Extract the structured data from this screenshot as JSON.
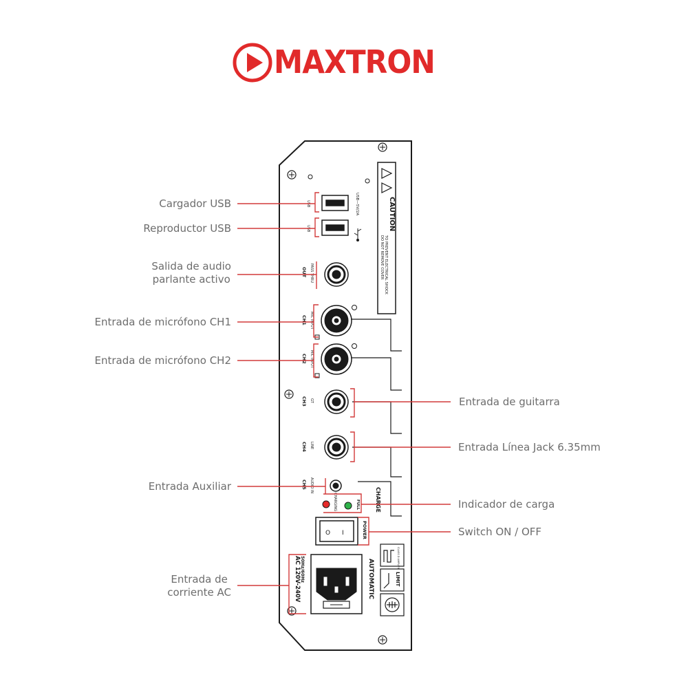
{
  "brand": {
    "name": "MAXTRON",
    "color": "#e12a2a"
  },
  "panel": {
    "caution_title": "CAUTION",
    "caution_line1": "TO PREVENT ELECTRICAL SHOCK",
    "caution_line2": "DO NOT REMOVE COVER",
    "usb_rating": "USB—5V/2A",
    "usb_label": "USB",
    "pass_thru": "PASS THRU",
    "out": "OUT",
    "mic_input": "MIC INPUT",
    "ch1": "CH1",
    "ch2": "CH2",
    "gt": "GT",
    "ch3": "CH3",
    "line": "LINE",
    "ch4": "CH4",
    "audio_in": "AUDIO IN",
    "ch5": "CH5",
    "charging": "CHARGING",
    "full": "FULL",
    "charge": "CHARGE",
    "power": "POWER",
    "switch_on": "I",
    "switch_off": "O",
    "automatic": "AUTOMATIC",
    "ac_line1": "AC 120V-240V",
    "ac_line2": "50Hz/60Hz",
    "limit": "LIMIT",
    "class_d": "CLASS D AMPLIFIER"
  },
  "callouts": {
    "usb_charger": "Cargador USB",
    "usb_player": "Reproductor USB",
    "audio_out_line1": "Salida de audio",
    "audio_out_line2": "parlante activo",
    "mic_ch1": "Entrada de micrófono CH1",
    "mic_ch2": "Entrada de micrófono CH2",
    "guitar": "Entrada de guitarra",
    "line_jack": "Entrada Línea Jack 6.35mm",
    "aux": "Entrada Auxiliar",
    "charge_indicator": "Indicador de carga",
    "power_switch": "Switch ON / OFF",
    "ac_line1": "Entrada de",
    "ac_line2": "corriente AC"
  },
  "colors": {
    "accent": "#d23a3a",
    "label_text": "#6d6d6d",
    "panel_stroke": "#1a1a1a",
    "led_red": "#e52b2b",
    "led_green": "#2fb34a"
  }
}
